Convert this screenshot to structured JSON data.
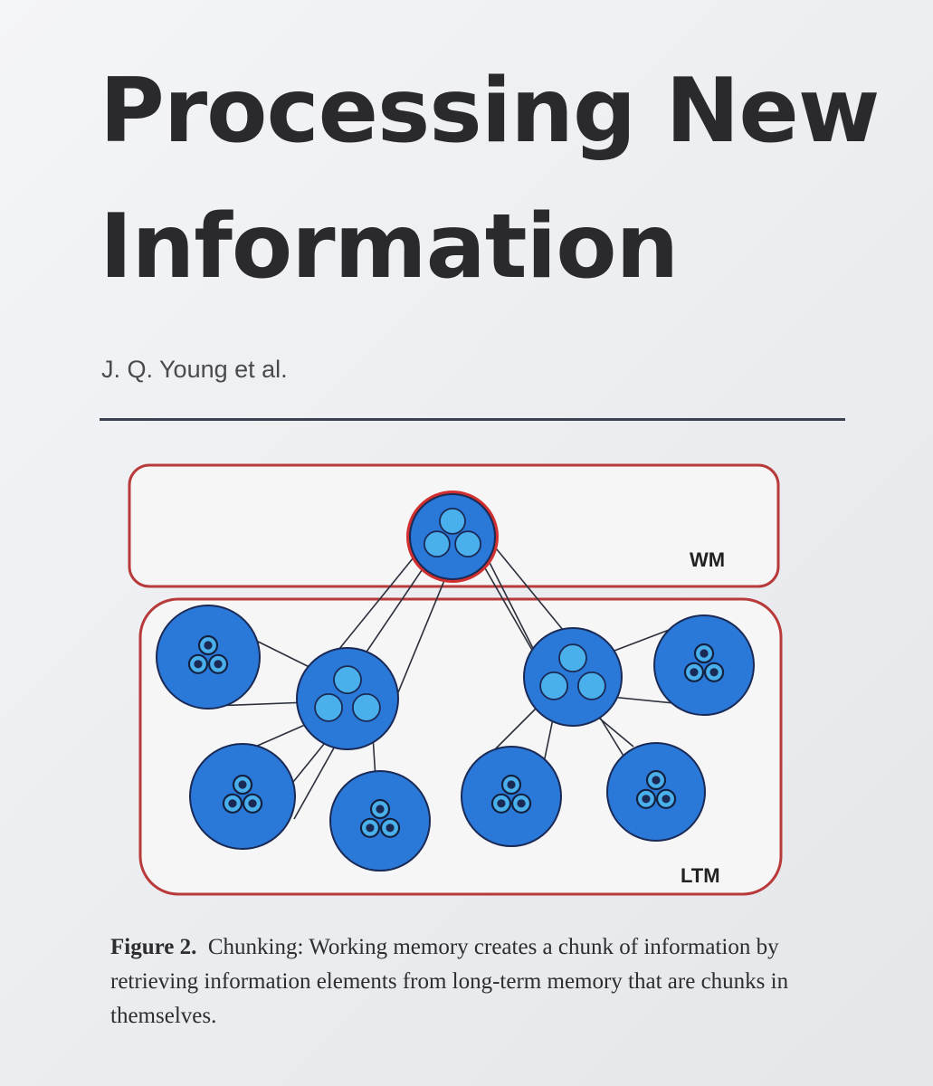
{
  "title_line1": "Processing New",
  "title_line2": "Information",
  "author": "J. Q. Young et al.",
  "diagram": {
    "wm_label": "WM",
    "ltm_label": "LTM",
    "colors": {
      "frame": "#b83a3a",
      "chunk": "#2a78d8",
      "chunk_edge": "#1a2a55",
      "element": "#4ab0ec",
      "wm_highlight": "#d23030"
    }
  },
  "caption": {
    "label": "Figure 2.",
    "text": "Chunking: Working memory creates a chunk of information by retrieving information elements from long-term memory that are chunks in themselves."
  }
}
